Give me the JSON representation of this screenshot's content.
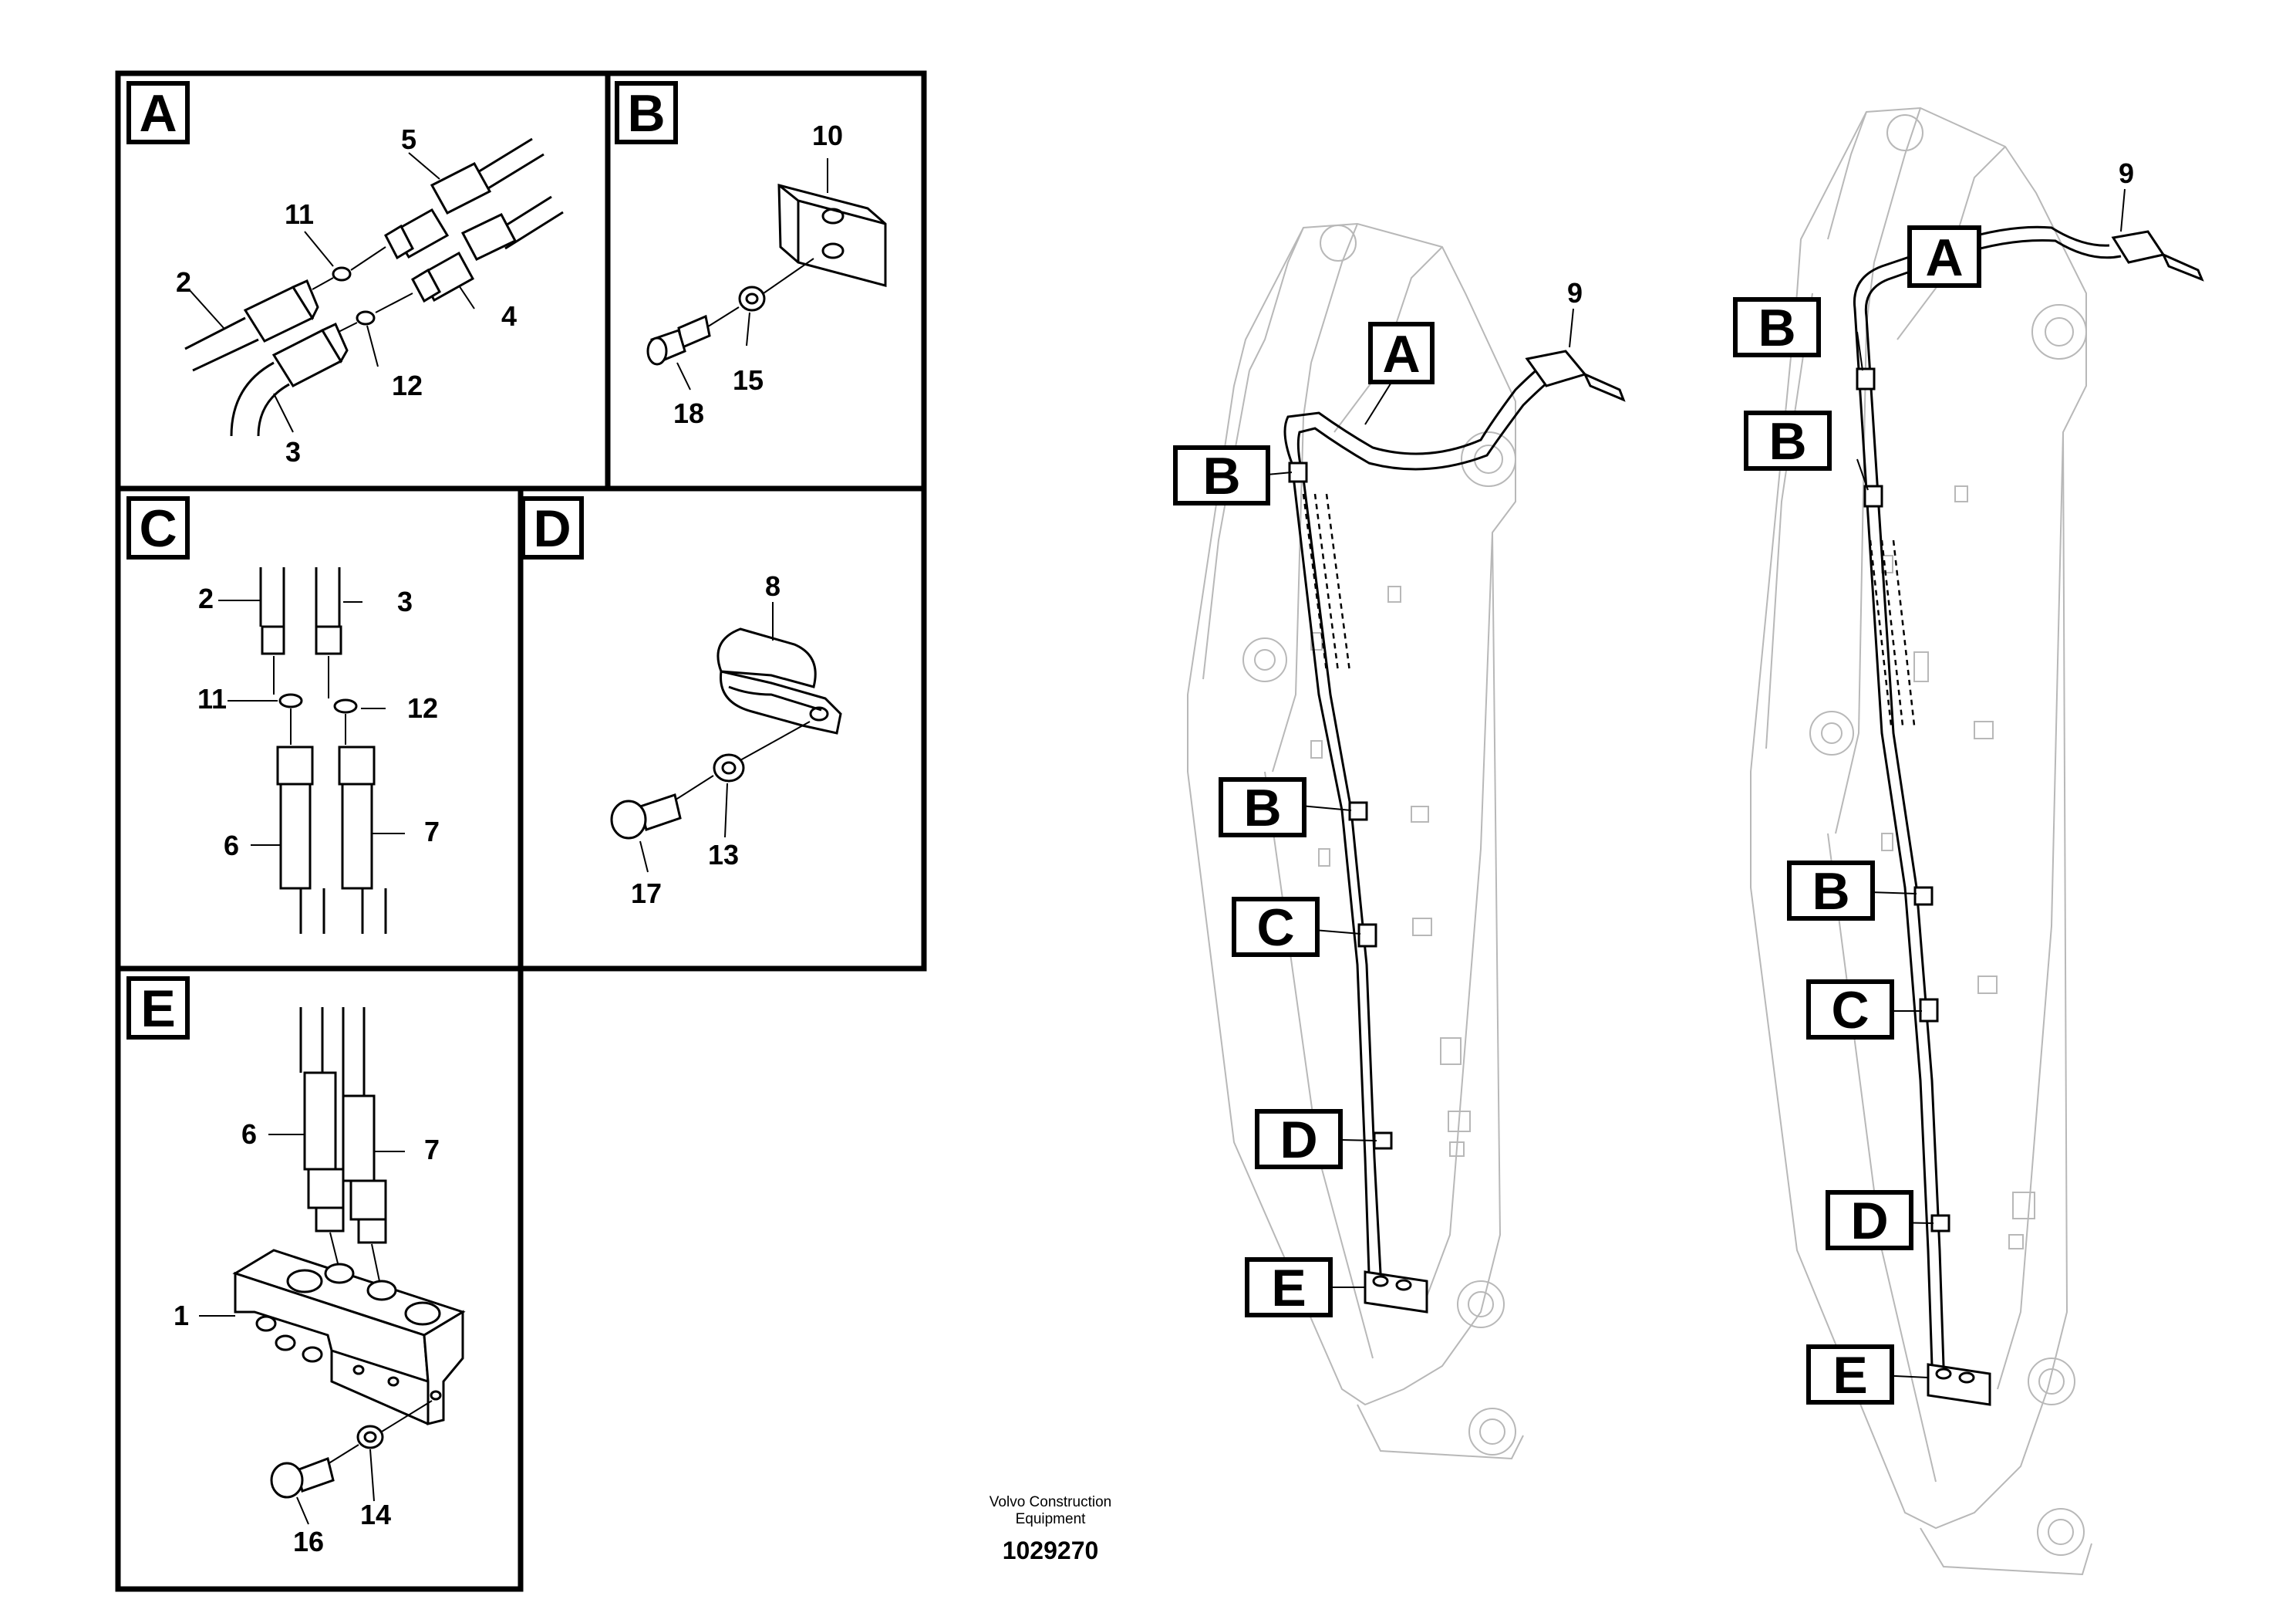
{
  "panels": {
    "A": {
      "label": "A",
      "parts": [
        "5",
        "11",
        "2",
        "4",
        "12",
        "3"
      ]
    },
    "B": {
      "label": "B",
      "parts": [
        "10",
        "15",
        "18"
      ]
    },
    "C": {
      "label": "C",
      "parts": [
        "2",
        "3",
        "11",
        "12",
        "6",
        "7"
      ]
    },
    "D": {
      "label": "D",
      "parts": [
        "8",
        "13",
        "17"
      ]
    },
    "E": {
      "label": "E",
      "parts": [
        "6",
        "7",
        "1",
        "16",
        "14"
      ]
    }
  },
  "boom_left": {
    "part_label": "9",
    "callouts": [
      "A",
      "B",
      "B",
      "C",
      "D",
      "E"
    ]
  },
  "boom_right": {
    "part_label": "9",
    "callouts": [
      "A",
      "B",
      "B",
      "B",
      "C",
      "D",
      "E"
    ]
  },
  "caption": {
    "line1": "Volvo Construction",
    "line2": "Equipment",
    "doc_number": "1029270"
  }
}
